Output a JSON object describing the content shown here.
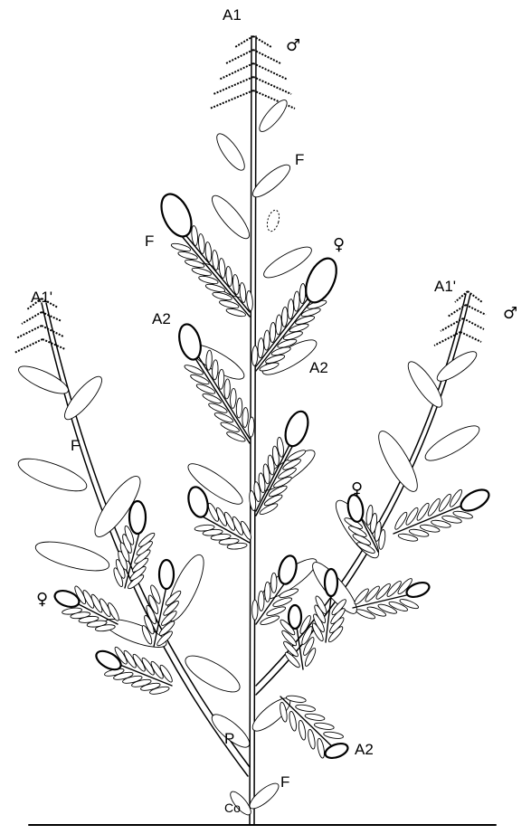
{
  "labels": {
    "a1_top": "A1",
    "a1_left": "A1'",
    "a1_right": "A1'",
    "a2_upper_left": "A2",
    "a2_upper_right": "A2",
    "a2_lower_right": "A2",
    "f_top": "F",
    "f_mid": "F",
    "f_left": "F",
    "f_bottom": "F",
    "p_label": "P",
    "co_label": "Co"
  },
  "symbols": {
    "male_top": "♂",
    "male_right": "♂",
    "female_upper": "♀",
    "female_left": "♀",
    "female_right": "♀"
  }
}
